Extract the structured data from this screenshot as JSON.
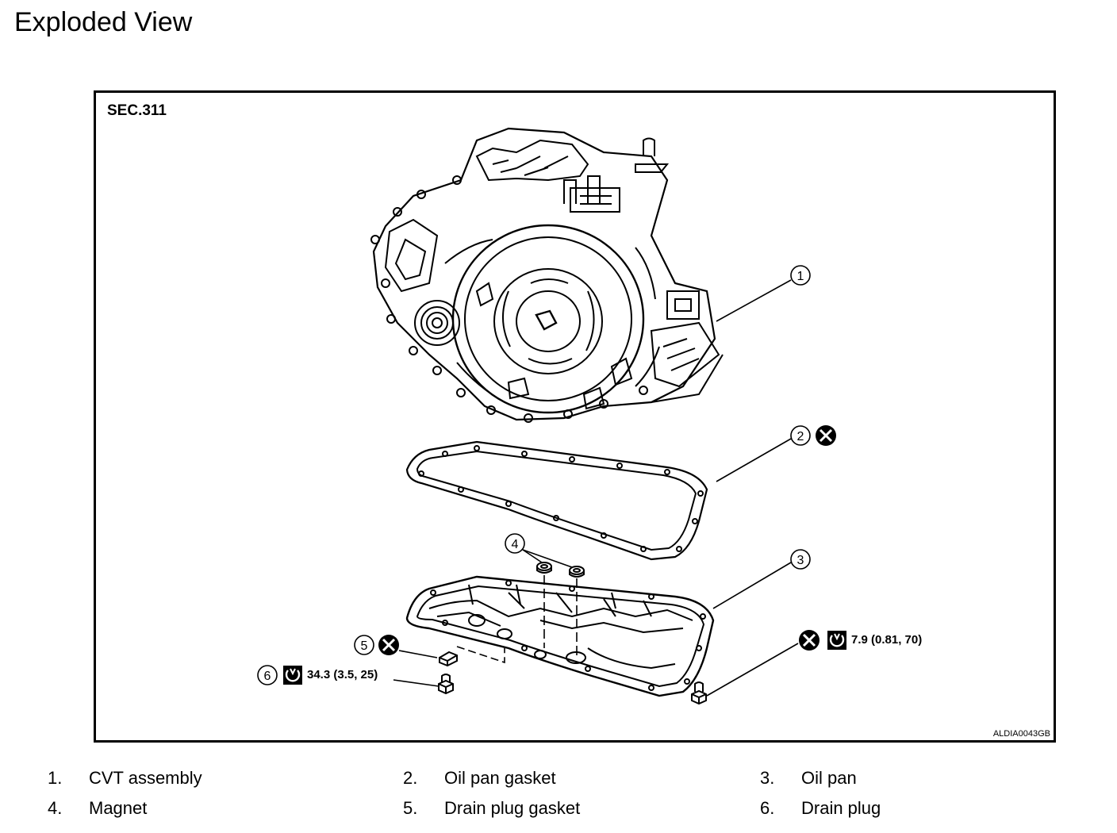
{
  "page": {
    "title": "Exploded View"
  },
  "diagram": {
    "section": "SEC.311",
    "code": "ALDIA0043GB",
    "callouts": [
      "1",
      "2",
      "3",
      "4",
      "5",
      "6"
    ],
    "torque": {
      "drain_plug": "34.3 (3.5, 25)",
      "pan_bolt": "7.9 (0.81, 70)"
    }
  },
  "legend": [
    {
      "num": "1.",
      "name": "CVT assembly"
    },
    {
      "num": "2.",
      "name": "Oil pan gasket"
    },
    {
      "num": "3.",
      "name": "Oil pan"
    },
    {
      "num": "4.",
      "name": "Magnet"
    },
    {
      "num": "5.",
      "name": "Drain plug gasket"
    },
    {
      "num": "6.",
      "name": "Drain plug"
    }
  ]
}
